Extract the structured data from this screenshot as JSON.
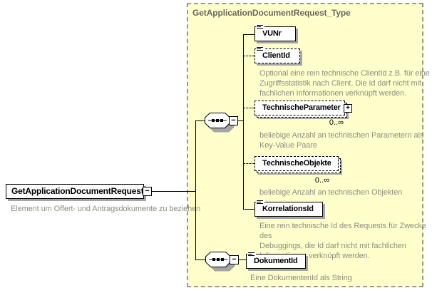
{
  "colors": {
    "canvas_bg": "#ffffff",
    "type_box_fill": "#ffffcc",
    "type_box_border": "#9a9a8c",
    "box_shadow": "#a5a5a5",
    "annotation_text": "#8d8d82",
    "type_title_text": "#69695e",
    "line": "#000000"
  },
  "icons": {
    "collapse_glyph": "−",
    "expand_glyph": "+",
    "sequence_icon": "sequence-compositor",
    "text_content_icon": "text-content-lines"
  },
  "root_element": {
    "name": "GetApplicationDocumentRequest",
    "annotation": "Element um Offert- und Antragsdokumente zu beziehen"
  },
  "type_box": {
    "title": "GetApplicationDocumentRequest_Type"
  },
  "children": [
    {
      "name": "VUNr",
      "optional": false
    },
    {
      "name": "ClientId",
      "optional": true,
      "annotation": "Optional eine rein technische ClientId z.B. für eine\nZugriffsstatistik nach Client. Die Id darf nicht mit\nfachlichen Informationen verknüpft werden."
    },
    {
      "name": "TechnischeParameter",
      "optional": true,
      "occurrence": "0..∞",
      "annotation": "beliebige Anzahl an technischen Parametern als\nKey-Value Paare"
    },
    {
      "name": "TechnischeObjekte",
      "optional": true,
      "occurrence": "0..∞",
      "annotation": "beliebige Anzahl an technischen Objekten"
    },
    {
      "name": "KorrelationsId",
      "optional": false,
      "annotation": "Eine rein technische Id des Requests für Zwecke des\nDebuggings, die Id darf nicht mit fachlichen\nInformationen verknüpft werden."
    },
    {
      "name": "DokumentId",
      "optional": false,
      "annotation": "Eine DokumentenId als String"
    }
  ]
}
